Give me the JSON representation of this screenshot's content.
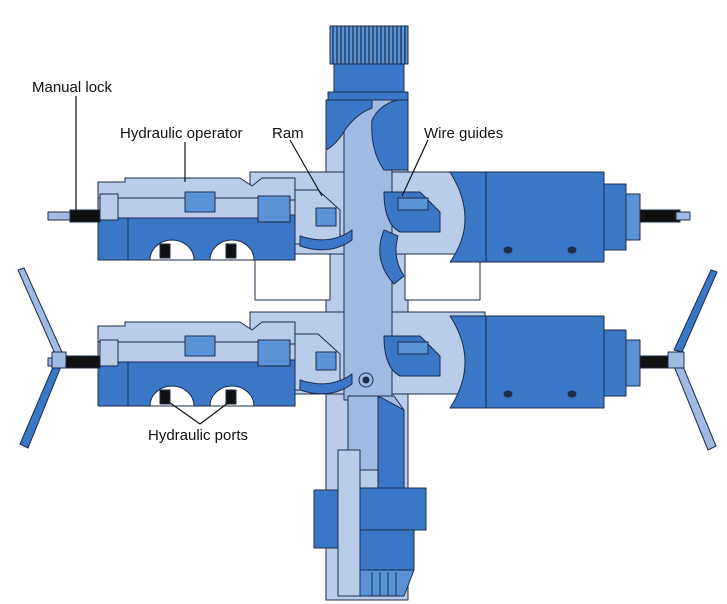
{
  "labels": {
    "manual_lock": "Manual lock",
    "hydraulic_operator": "Hydraulic operator",
    "ram": "Ram",
    "wire_guides": "Wire guides",
    "hydraulic_ports": "Hydraulic ports"
  },
  "colors": {
    "dark_blue": "#3a78c7",
    "mid_blue": "#5a92d6",
    "light_blue": "#9fbbe4",
    "pale_blue": "#b9cdea",
    "outline": "#1c2c4a",
    "black": "#111111",
    "gray": "#8a8f99"
  }
}
